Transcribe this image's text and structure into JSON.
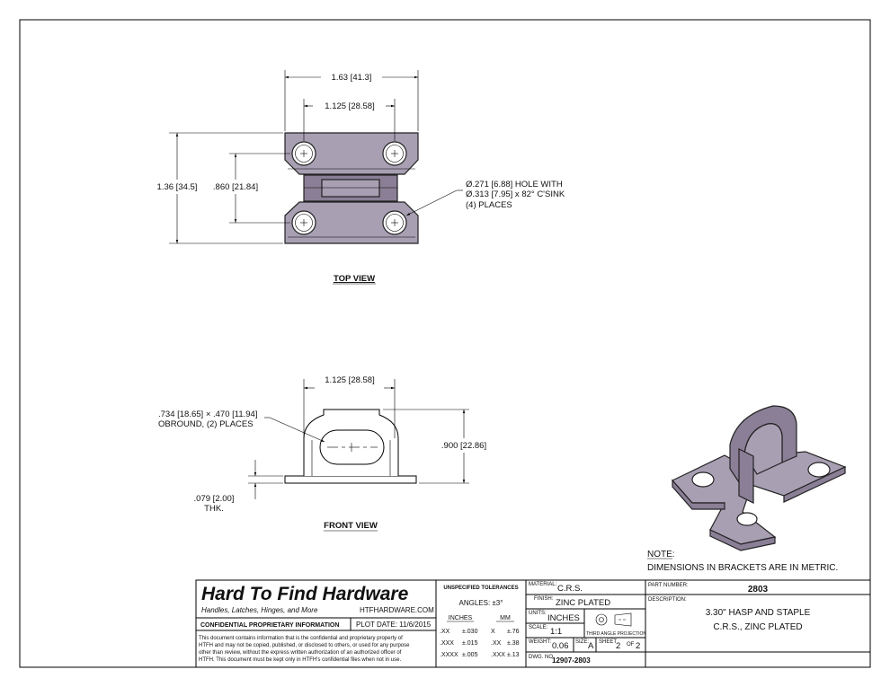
{
  "top_view": {
    "title": "TOP VIEW",
    "dim_overall_width": "1.63 [41.3]",
    "dim_hole_spacing": "1.125 [28.58]",
    "dim_overall_height": "1.36 [34.5]",
    "dim_hole_vertical": ".860 [21.84]",
    "hole_note_line1": "Ø.271 [6.88]  HOLE WITH",
    "hole_note_line2": "Ø.313 [7.95] x 82° C'SINK",
    "hole_note_line3": "(4) PLACES"
  },
  "front_view": {
    "title": "FRONT VIEW",
    "dim_hole_spacing": "1.125 [28.58]",
    "obround_line1": ".734 [18.65] × .470 [11.94]",
    "obround_line2": "OBROUND, (2) PLACES",
    "dim_height": ".900 [22.86]",
    "thickness_line1": ".079 [2.00]",
    "thickness_line2": "THK."
  },
  "note": {
    "heading": "NOTE:",
    "text": "DIMENSIONS IN BRACKETS ARE IN METRIC."
  },
  "title_block": {
    "company": "Hard To Find Hardware",
    "tagline": "Handles, Latches, Hinges, and More",
    "website": "HTFHARDWARE.COM",
    "confidential_heading": "CONFIDENTIAL PROPRIETARY INFORMATION",
    "plot_date": "PLOT DATE:  11/6/2015",
    "disclaimer_lines": [
      "This document contains information that is the confidential and proprietary property of",
      "HTFH and may not be copied, published, or disclosed to others, or used for any purpose",
      "other than review, without the express written authorization of an authorized officer of",
      "HTFH. This document must be kept only in HTFH's confidential files when not in use."
    ],
    "tolerances_heading": "UNSPECIFIED TOLERANCES",
    "angles": "ANGLES: ±3°",
    "inches_heading": "INCHES",
    "mm_heading": "MM",
    "tol_rows": [
      {
        "in_fmt": ".XX",
        "in_tol": "±.030",
        "mm_fmt": "X",
        "mm_tol": "±.76"
      },
      {
        "in_fmt": ".XXX",
        "in_tol": "±.015",
        "mm_fmt": ".XX",
        "mm_tol": "±.38"
      },
      {
        "in_fmt": ".XXXX",
        "in_tol": "±.005",
        "mm_fmt": ".XXX",
        "mm_tol": "±.13"
      }
    ],
    "material_label": "MATERIAL:",
    "material": "C.R.S.",
    "finish_label": "FINISH:",
    "finish": "ZINC PLATED",
    "units_label": "UNITS:",
    "units": "INCHES",
    "scale_label": "SCALE:",
    "scale": "1:1",
    "projection_label": "THIRD ANGLE PROJECTION",
    "weight_label": "WEIGHT:",
    "weight": "0.06",
    "size_label": "SIZE:",
    "size": "A",
    "sheet_label": "SHEET",
    "sheet": "2",
    "of_label": "OF",
    "sheet_total": "2",
    "dwg_label": "DWG. NO.",
    "dwg_no": "12907-2803",
    "part_number_label": "PART NUMBER:",
    "part_number": "2803",
    "description_label": "DESCRIPTION:",
    "description_line1": "3.30\" HASP AND STAPLE",
    "description_line2": "C.R.S., ZINC PLATED"
  }
}
